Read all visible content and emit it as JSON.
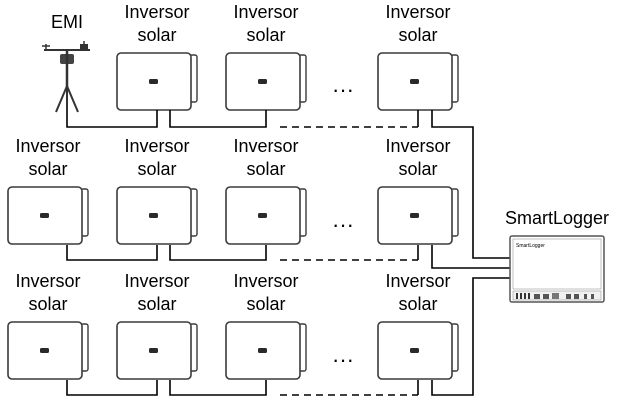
{
  "emi": {
    "label": "EMI"
  },
  "inverter": {
    "line1": "Inversor",
    "line2": "solar"
  },
  "ellipsis": "···",
  "smartlogger": {
    "title": "SmartLogger",
    "panel_text": "SmartLogger"
  },
  "rows": [
    {
      "has_emi": true,
      "inverters": 3
    },
    {
      "has_emi": false,
      "inverters": 4
    },
    {
      "has_emi": false,
      "inverters": 4
    }
  ]
}
